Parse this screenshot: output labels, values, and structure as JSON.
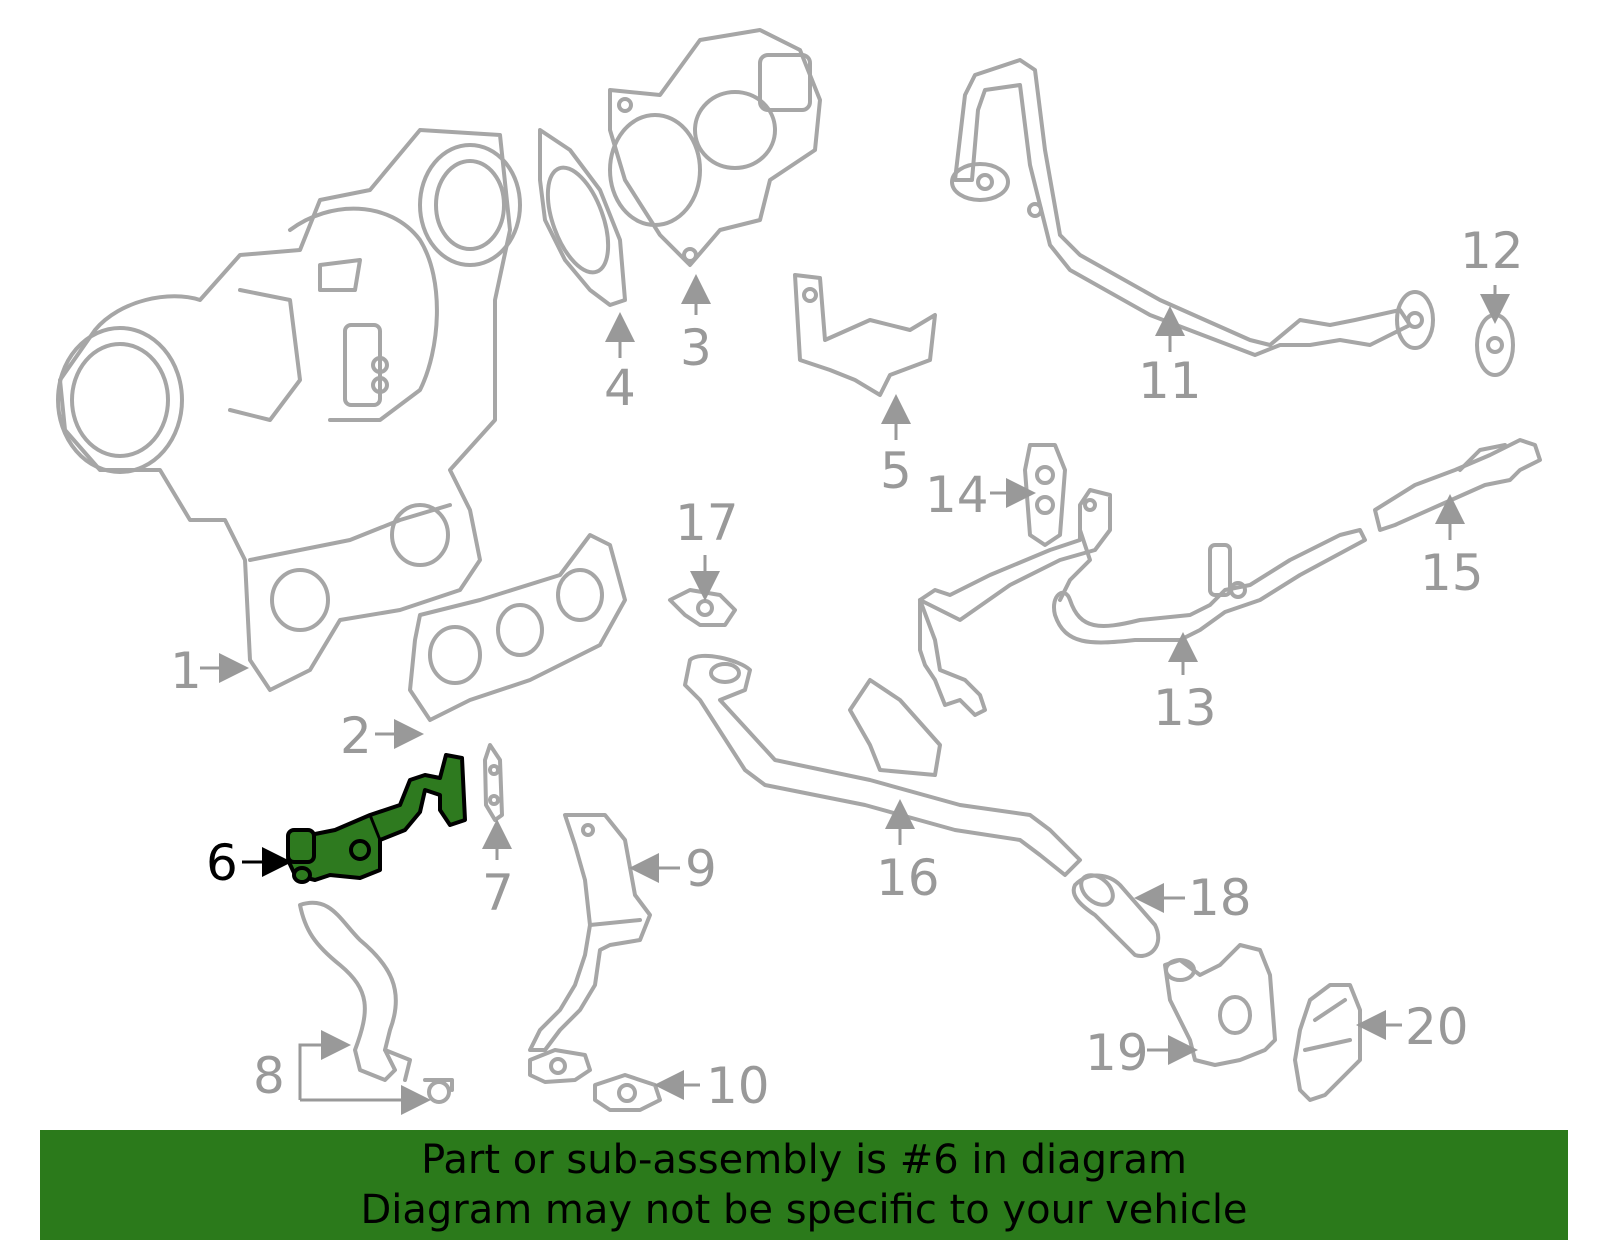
{
  "highlight_color": "#2b7a1b",
  "line_color": "#a6a6a6",
  "callouts": {
    "c1": "1",
    "c2": "2",
    "c3": "3",
    "c4": "4",
    "c5": "5",
    "c6": "6",
    "c7": "7",
    "c8": "8",
    "c9": "9",
    "c10": "10",
    "c11": "11",
    "c12": "12",
    "c13": "13",
    "c14": "14",
    "c15": "15",
    "c16": "16",
    "c17": "17",
    "c18": "18",
    "c19": "19",
    "c20": "20"
  },
  "highlighted_part": "6",
  "banner": {
    "line1": "Part or sub-assembly is #6 in diagram",
    "line2": "Diagram may not be specific to your vehicle"
  }
}
